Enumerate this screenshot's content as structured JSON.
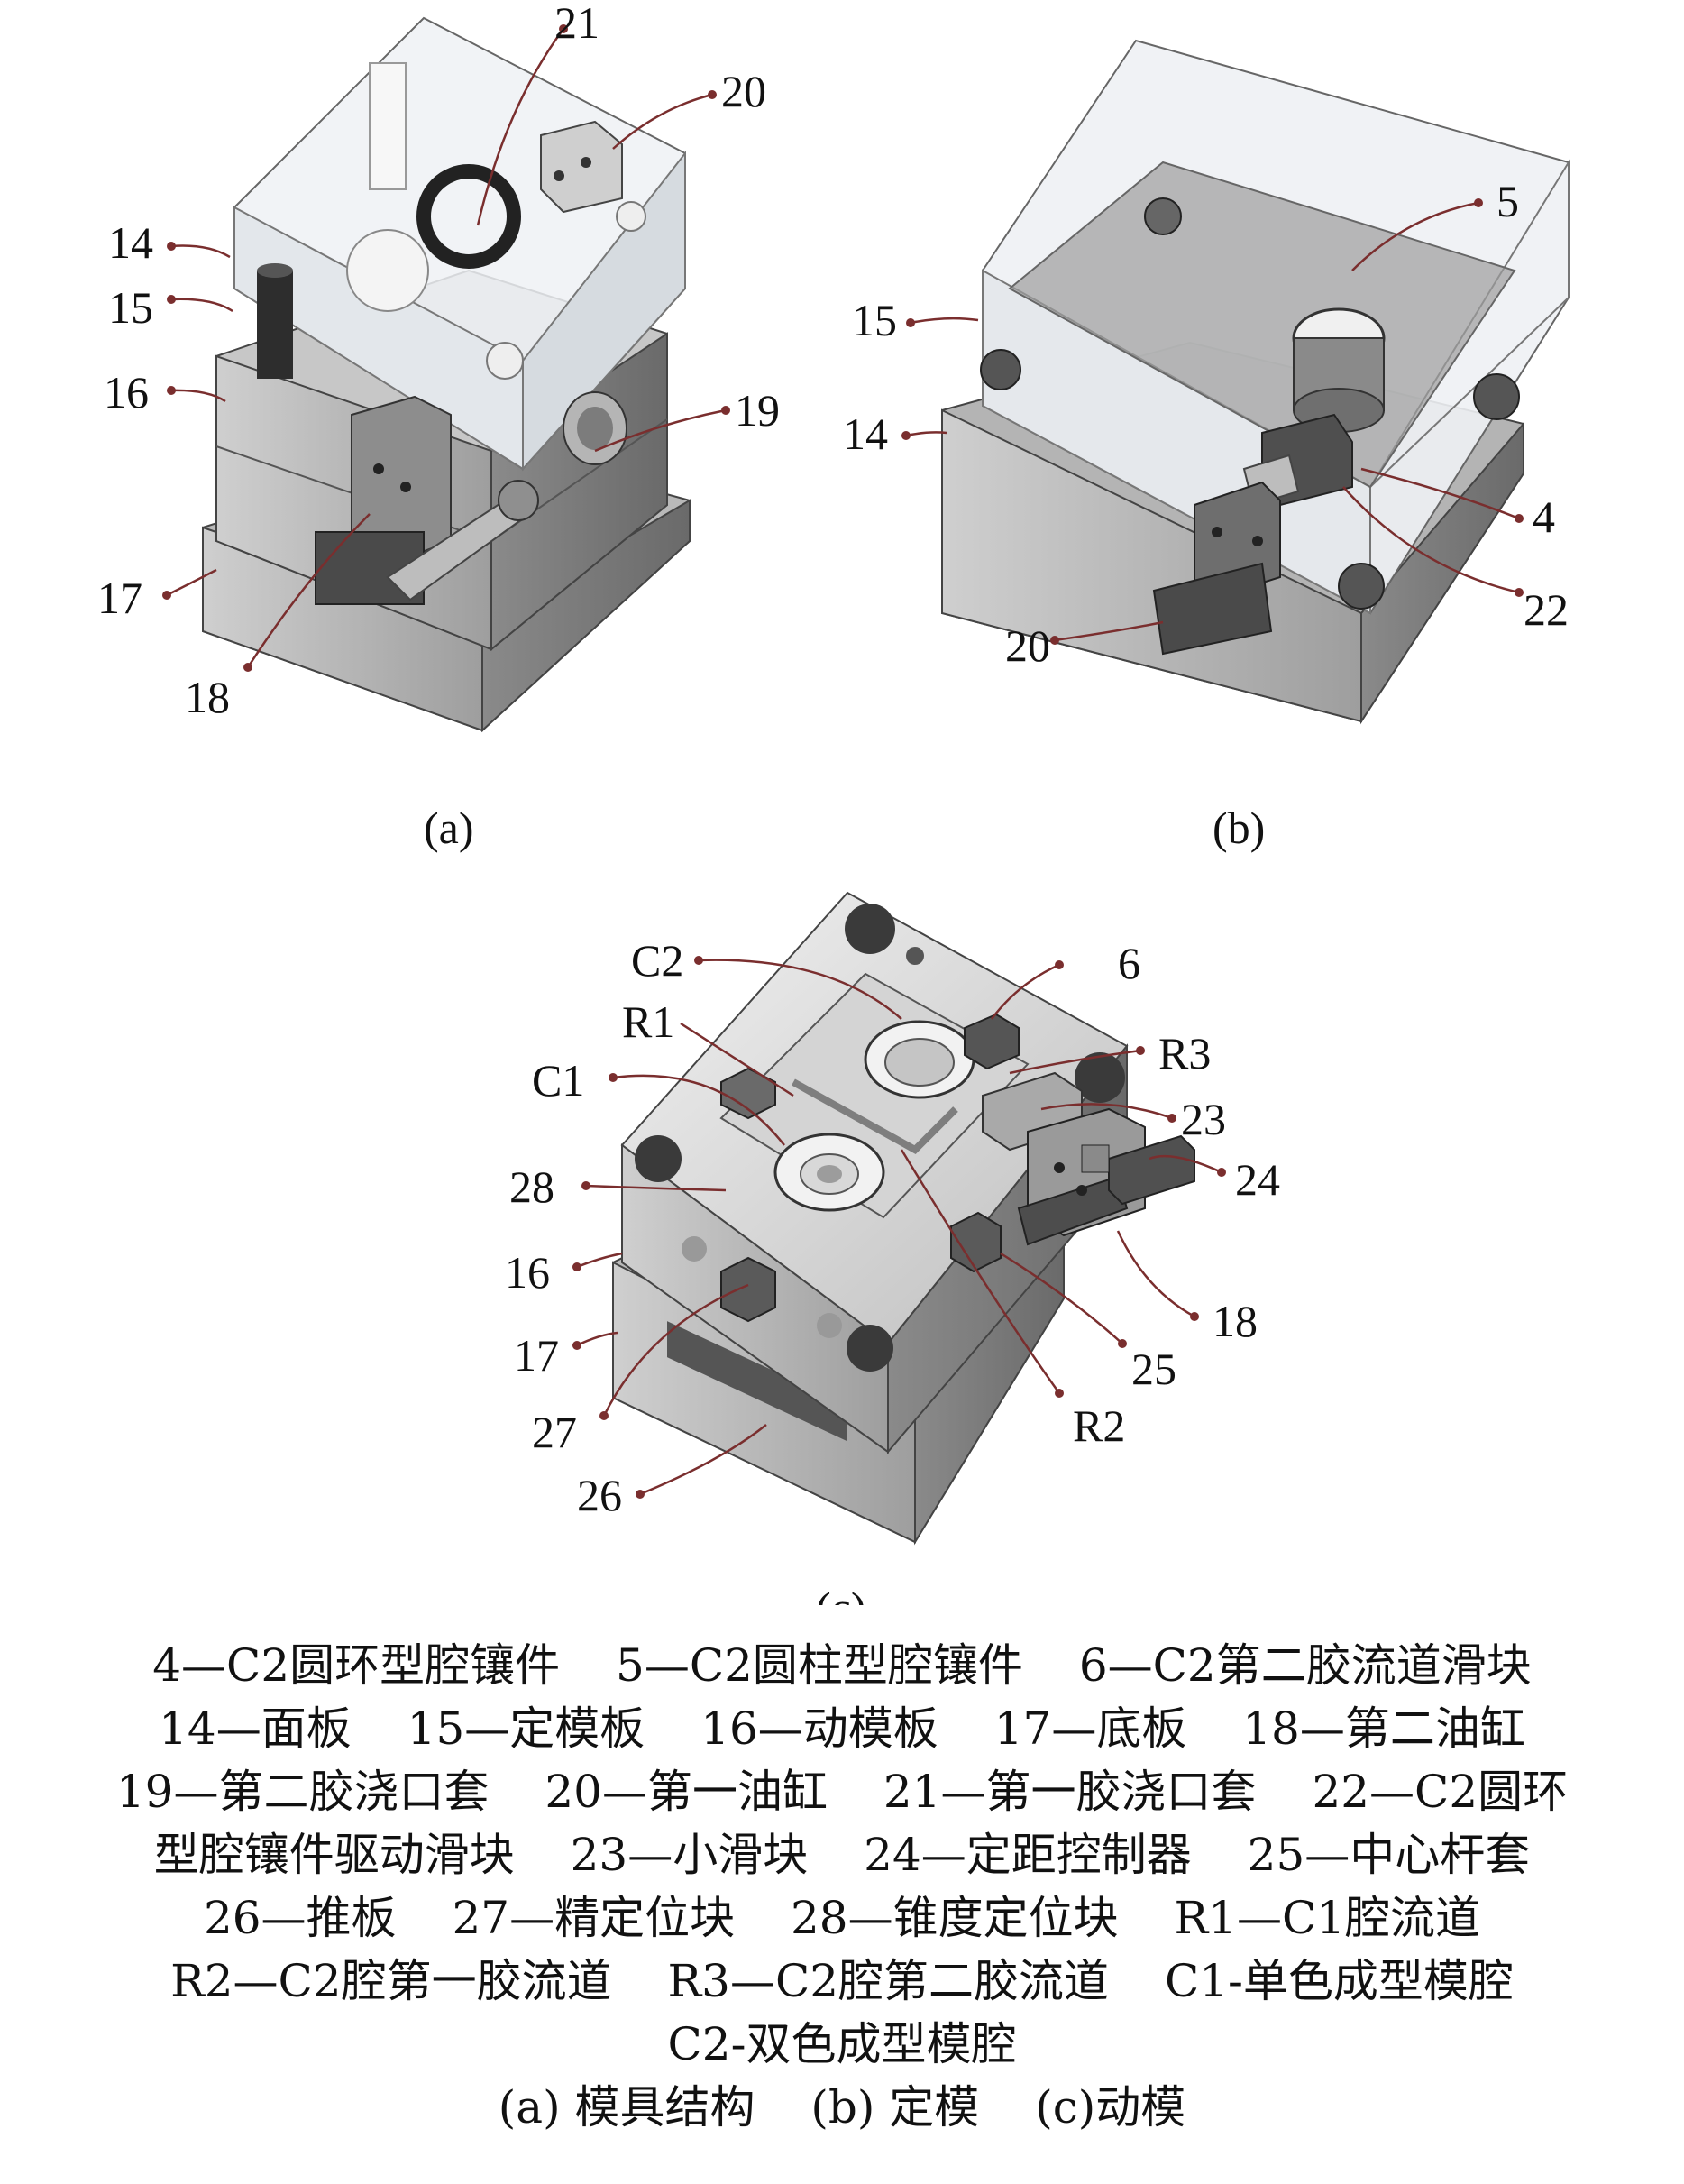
{
  "panels": {
    "a": {
      "sublabel": "(a)",
      "callouts": [
        "21",
        "20",
        "14",
        "15",
        "16",
        "19",
        "17",
        "18"
      ]
    },
    "b": {
      "sublabel": "(b)",
      "callouts": [
        "5",
        "15",
        "14",
        "4",
        "22",
        "20"
      ]
    },
    "c": {
      "sublabel": "(c)",
      "callouts": [
        "C2",
        "6",
        "R1",
        "R3",
        "C1",
        "23",
        "28",
        "24",
        "16",
        "18",
        "17",
        "25",
        "27",
        "R2",
        "26"
      ]
    }
  },
  "legend": {
    "lines": [
      [
        "4—C2圆环型腔镶件",
        "5—C2圆柱型腔镶件",
        "6—C2第二胶流道滑块"
      ],
      [
        "14—面板",
        "15—定模板",
        "16—动模板",
        "17—底板",
        "18—第二油缸"
      ],
      [
        "19—第二胶浇口套",
        "20—第一油缸",
        "21—第一胶浇口套",
        "22—C2圆环"
      ],
      [
        "型腔镶件驱动滑块",
        "23—小滑块",
        "24—定距控制器",
        "25—中心杆套"
      ],
      [
        "26—推板",
        "27—精定位块",
        "28—锥度定位块",
        "R1—C1腔流道"
      ],
      [
        "R2—C2腔第一胶流道",
        "R3—C2腔第二胶流道",
        "C1-单色成型模腔"
      ],
      [
        "C2-双色成型模腔"
      ],
      [
        "(a) 模具结构",
        "(b) 定模",
        "(c)动模"
      ]
    ]
  },
  "colors": {
    "steel_light": "#d9d9d9",
    "steel_mid": "#a8a8a8",
    "steel_dark": "#5d5d5d",
    "transparent_plate": "#eef1f4",
    "leader": "#7a2e2e"
  }
}
